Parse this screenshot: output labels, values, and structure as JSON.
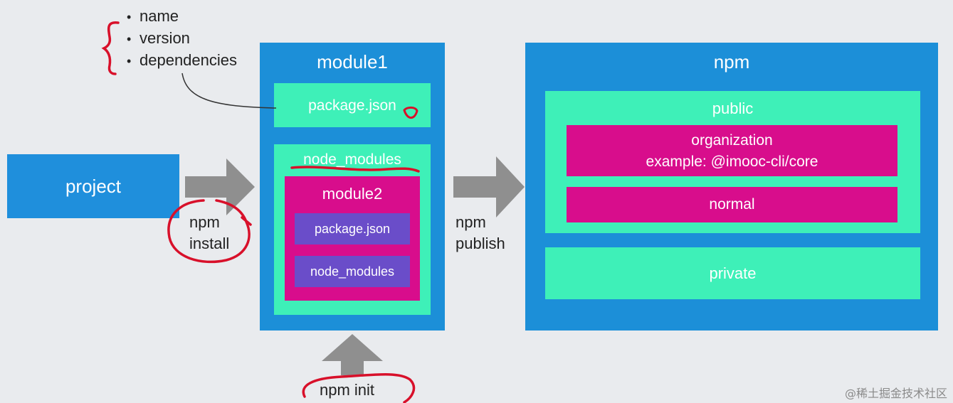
{
  "fields": [
    "name",
    "version",
    "dependencies"
  ],
  "project": {
    "label": "project"
  },
  "module1": {
    "title": "module1",
    "package_json": "package.json",
    "node_modules": "node_modules",
    "module2": {
      "title": "module2",
      "package_json": "package.json",
      "node_modules": "node_modules"
    }
  },
  "npm": {
    "title": "npm",
    "public": {
      "title": "public",
      "organization_line1": "organization",
      "organization_line2": "example: @imooc-cli/core",
      "normal": "normal"
    },
    "private": "private"
  },
  "commands": {
    "install_line1": "npm",
    "install_line2": "install",
    "publish_line1": "npm",
    "publish_line2": "publish",
    "init": "npm init"
  },
  "watermark": "@稀土掘金技术社区",
  "colors": {
    "container_blue": "#1c8fd8",
    "mint_green": "#3ef0b8",
    "magenta": "#d80d8c",
    "purple": "#6a4dc9",
    "arrow_gray": "#8f8f8f",
    "annotation_red": "#d8102a"
  }
}
